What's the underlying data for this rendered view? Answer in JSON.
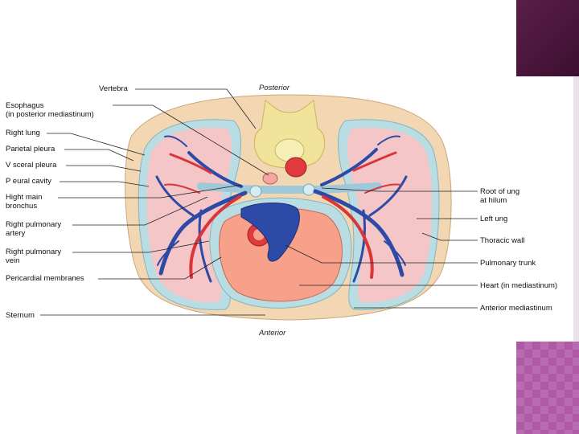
{
  "orientation": {
    "posterior": "Posterior",
    "anterior": "Anterior"
  },
  "labels_left": {
    "vertebra": "Vertebra",
    "esophagus": "Esophagus",
    "esophagus_note": "(in posterior mediastinum)",
    "right_lung": "Right lung",
    "parietal_pleura": "Parietal pleura",
    "visceral_pleura": "V sceral pleura",
    "pleural_cavity": "P eural cavity",
    "right_main_bronchus_1": "Hight main",
    "right_main_bronchus_2": "bronchus",
    "right_pulmonary_artery_1": "Right pulmonary",
    "right_pulmonary_artery_2": "artery",
    "right_pulmonary_vein_1": "Right pulmonary",
    "right_pulmonary_vein_2": "vein",
    "pericardial_membranes": "Pericardial membranes",
    "sternum": "Sternum"
  },
  "labels_right": {
    "root_of_lung_1": "Root of  ung",
    "root_of_lung_2": "at hilum",
    "left_lung": "Left  ung",
    "thoracic_wall": "Thoracic wall",
    "pulmonary_trunk": "Pulmonary trunk",
    "heart": "Heart (in mediastinum)",
    "anterior_mediastinum": "Anterior mediastinum"
  },
  "colors": {
    "thoracic_wall": "#f2d7b2",
    "pleura": "#b9dde3",
    "lung": "#f4c6c8",
    "vein_blue": "#2d4aa6",
    "artery_red": "#d9353a",
    "heart": "#f7a08a",
    "vertebra": "#f2e39a"
  }
}
